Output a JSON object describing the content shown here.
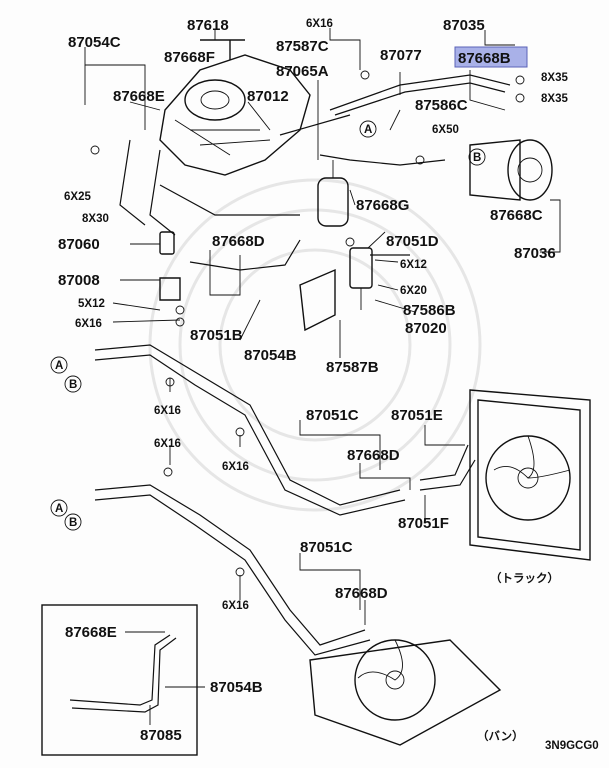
{
  "diagram": {
    "highlight_color": "#a9b1e8",
    "labels": {
      "p87054C": "87054C",
      "p87618": "87618",
      "p6x16_top": "6X16",
      "p87035": "87035",
      "p87668F": "87668F",
      "p87587C": "87587C",
      "p87077": "87077",
      "p87668B": "87668B",
      "p8x35a": "8X35",
      "p8x35b": "8X35",
      "p87065A": "87065A",
      "p87668E_top": "87668E",
      "p87012": "87012",
      "p87586C": "87586C",
      "p6x50": "6X50",
      "p6x25": "6X25",
      "p8x30": "8X30",
      "p87668G": "87668G",
      "p87668C": "87668C",
      "p87060": "87060",
      "p87668D_top": "87668D",
      "p87051D": "87051D",
      "p87036": "87036",
      "p6x12": "6X12",
      "p87008": "87008",
      "p6x20": "6X20",
      "p5x12": "5X12",
      "p87586B": "87586B",
      "p6x16_mid": "6X16",
      "p87020": "87020",
      "p87051B": "87051B",
      "p87054B_top": "87054B",
      "p87587B": "87587B",
      "p6x16_a": "6X16",
      "p87051C_top": "87051C",
      "p87051E": "87051E",
      "p6x16_b": "6X16",
      "p87668D_mid": "87668D",
      "p6x16_c": "6X16",
      "p87051F": "87051F",
      "p87051C_bot": "87051C",
      "truck": "（トラック）",
      "p87668D_bot": "87668D",
      "p6x16_d": "6X16",
      "p87668E_bot": "87668E",
      "p87054B_bot": "87054B",
      "p87085": "87085",
      "van": "（バン）",
      "code": "3N9GCG0"
    },
    "callouts": {
      "A": "A",
      "B": "B"
    }
  }
}
